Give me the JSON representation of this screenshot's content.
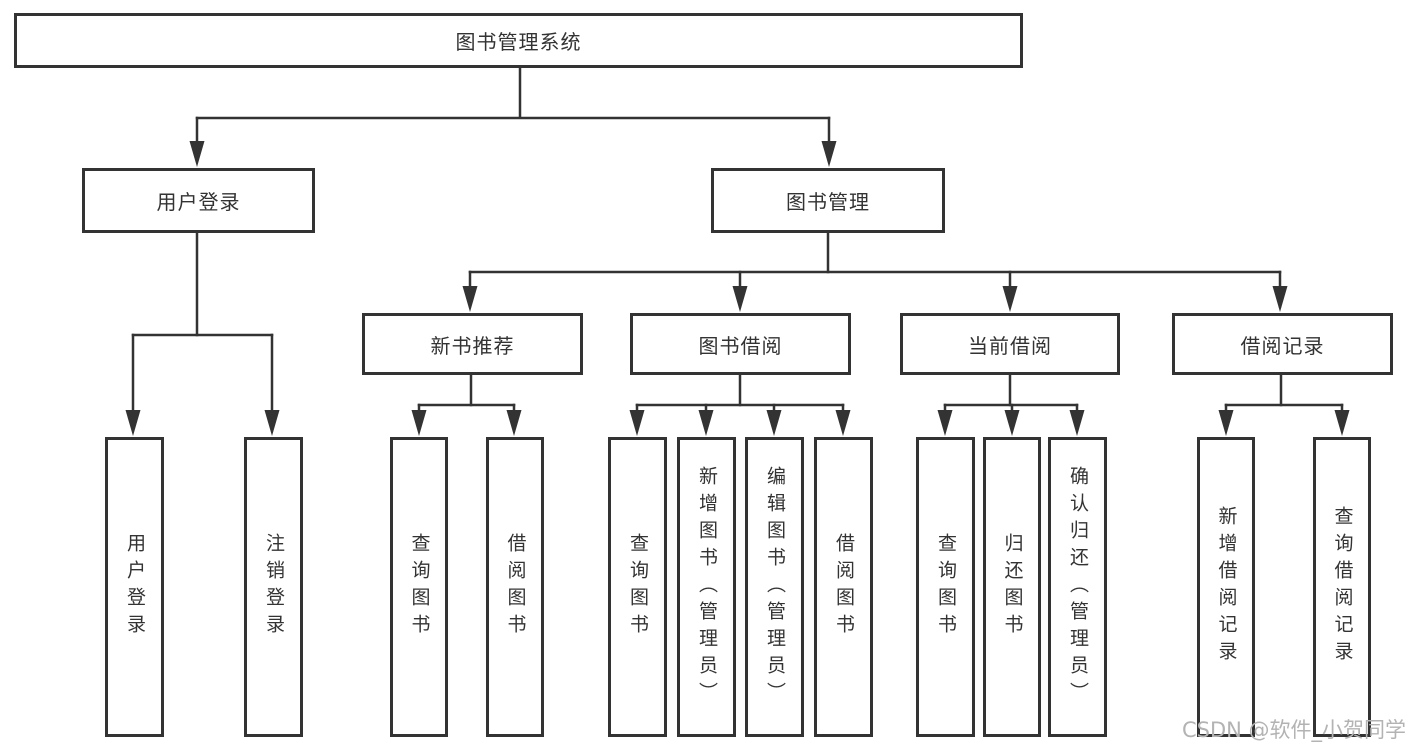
{
  "diagram": {
    "root": {
      "label": "图书管理系统",
      "children": [
        {
          "label": "用户登录",
          "children": [
            {
              "label": "用户登录"
            },
            {
              "label": "注销登录"
            }
          ]
        },
        {
          "label": "图书管理",
          "children": [
            {
              "label": "新书推荐",
              "children": [
                {
                  "label": "查询图书"
                },
                {
                  "label": "借阅图书"
                }
              ]
            },
            {
              "label": "图书借阅",
              "children": [
                {
                  "label": "查询图书"
                },
                {
                  "label": "新增图书（管理员）"
                },
                {
                  "label": "编辑图书（管理员）"
                },
                {
                  "label": "借阅图书"
                }
              ]
            },
            {
              "label": "当前借阅",
              "children": [
                {
                  "label": "查询图书"
                },
                {
                  "label": "归还图书"
                },
                {
                  "label": "确认归还（管理员）"
                }
              ]
            },
            {
              "label": "借阅记录",
              "children": [
                {
                  "label": "新增借阅记录"
                },
                {
                  "label": "查询借阅记录"
                }
              ]
            }
          ]
        }
      ]
    },
    "watermark": "CSDN @软件_小贺同学",
    "colors": {
      "line": "#333333",
      "text": "#333333",
      "box_background": "#ffffff",
      "page_background": "#ffffff",
      "watermark": "#b3b3b3"
    }
  }
}
